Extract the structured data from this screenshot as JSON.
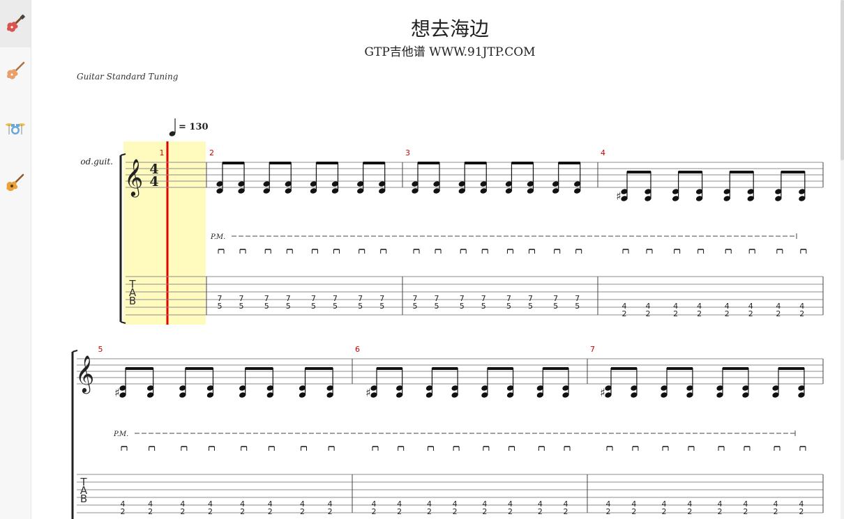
{
  "sidebar": {
    "items": [
      {
        "name": "electric-guitar-red",
        "color": "#d9534f"
      },
      {
        "name": "electric-guitar-orange",
        "color": "#e8935a"
      },
      {
        "name": "drum-kit",
        "color": "#6aa7d8"
      },
      {
        "name": "acoustic-guitar",
        "color": "#e9a23b"
      }
    ],
    "active_index": 0
  },
  "score": {
    "title": "想去海边",
    "subtitle": "GTP吉他谱 WWW.91JTP.COM",
    "tuning": "Guitar Standard Tuning",
    "instrument": "od.guit.",
    "tempo": "= 130",
    "time_signature": {
      "top": "4",
      "bottom": "4"
    },
    "palm_mute": "P.M.",
    "tab_letters": [
      "T",
      "A",
      "B"
    ],
    "measures": [
      {
        "number": "1",
        "tab": []
      },
      {
        "number": "2",
        "tab": [
          [
            "7",
            "5"
          ],
          [
            "7",
            "5"
          ],
          [
            "7",
            "5"
          ],
          [
            "7",
            "5"
          ],
          [
            "7",
            "5"
          ],
          [
            "7",
            "5"
          ],
          [
            "7",
            "5"
          ],
          [
            "7",
            "5"
          ]
        ]
      },
      {
        "number": "3",
        "tab": [
          [
            "7",
            "5"
          ],
          [
            "7",
            "5"
          ],
          [
            "7",
            "5"
          ],
          [
            "7",
            "5"
          ],
          [
            "7",
            "5"
          ],
          [
            "7",
            "5"
          ],
          [
            "7",
            "5"
          ],
          [
            "7",
            "5"
          ]
        ]
      },
      {
        "number": "4",
        "tab": [
          [
            "4",
            "2"
          ],
          [
            "4",
            "2"
          ],
          [
            "4",
            "2"
          ],
          [
            "4",
            "2"
          ],
          [
            "4",
            "2"
          ],
          [
            "4",
            "2"
          ],
          [
            "4",
            "2"
          ],
          [
            "4",
            "2"
          ]
        ]
      },
      {
        "number": "5",
        "tab": [
          [
            "4",
            "2"
          ],
          [
            "4",
            "2"
          ],
          [
            "4",
            "2"
          ],
          [
            "4",
            "2"
          ],
          [
            "4",
            "2"
          ],
          [
            "4",
            "2"
          ],
          [
            "4",
            "2"
          ],
          [
            "4",
            "2"
          ]
        ]
      },
      {
        "number": "6",
        "tab": [
          [
            "4",
            "2"
          ],
          [
            "4",
            "2"
          ],
          [
            "4",
            "2"
          ],
          [
            "4",
            "2"
          ],
          [
            "4",
            "2"
          ],
          [
            "4",
            "2"
          ],
          [
            "4",
            "2"
          ],
          [
            "4",
            "2"
          ]
        ]
      },
      {
        "number": "7",
        "tab": [
          [
            "4",
            "2"
          ],
          [
            "4",
            "2"
          ],
          [
            "4",
            "2"
          ],
          [
            "4",
            "2"
          ],
          [
            "4",
            "2"
          ],
          [
            "4",
            "2"
          ],
          [
            "4",
            "2"
          ],
          [
            "4",
            "2"
          ]
        ]
      }
    ]
  },
  "colors": {
    "cursor": "#e00000",
    "highlight": "#fffbbf",
    "measure_number": "#cc0000",
    "staff_line": "#8c8c8c"
  }
}
